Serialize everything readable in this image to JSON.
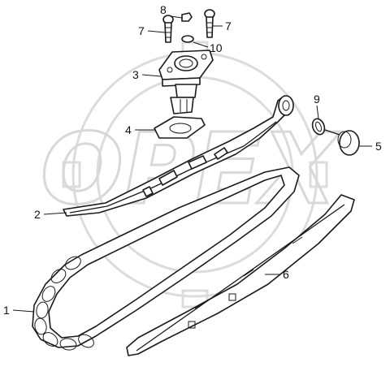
{
  "watermark": {
    "text": "OPEX"
  },
  "callouts": [
    {
      "id": "1",
      "label": "1"
    },
    {
      "id": "2",
      "label": "2"
    },
    {
      "id": "3",
      "label": "3"
    },
    {
      "id": "4",
      "label": "4"
    },
    {
      "id": "5",
      "label": "5"
    },
    {
      "id": "6",
      "label": "6"
    },
    {
      "id": "7a",
      "label": "7"
    },
    {
      "id": "7b",
      "label": "7"
    },
    {
      "id": "8",
      "label": "8"
    },
    {
      "id": "9",
      "label": "9"
    },
    {
      "id": "10",
      "label": "10"
    }
  ]
}
